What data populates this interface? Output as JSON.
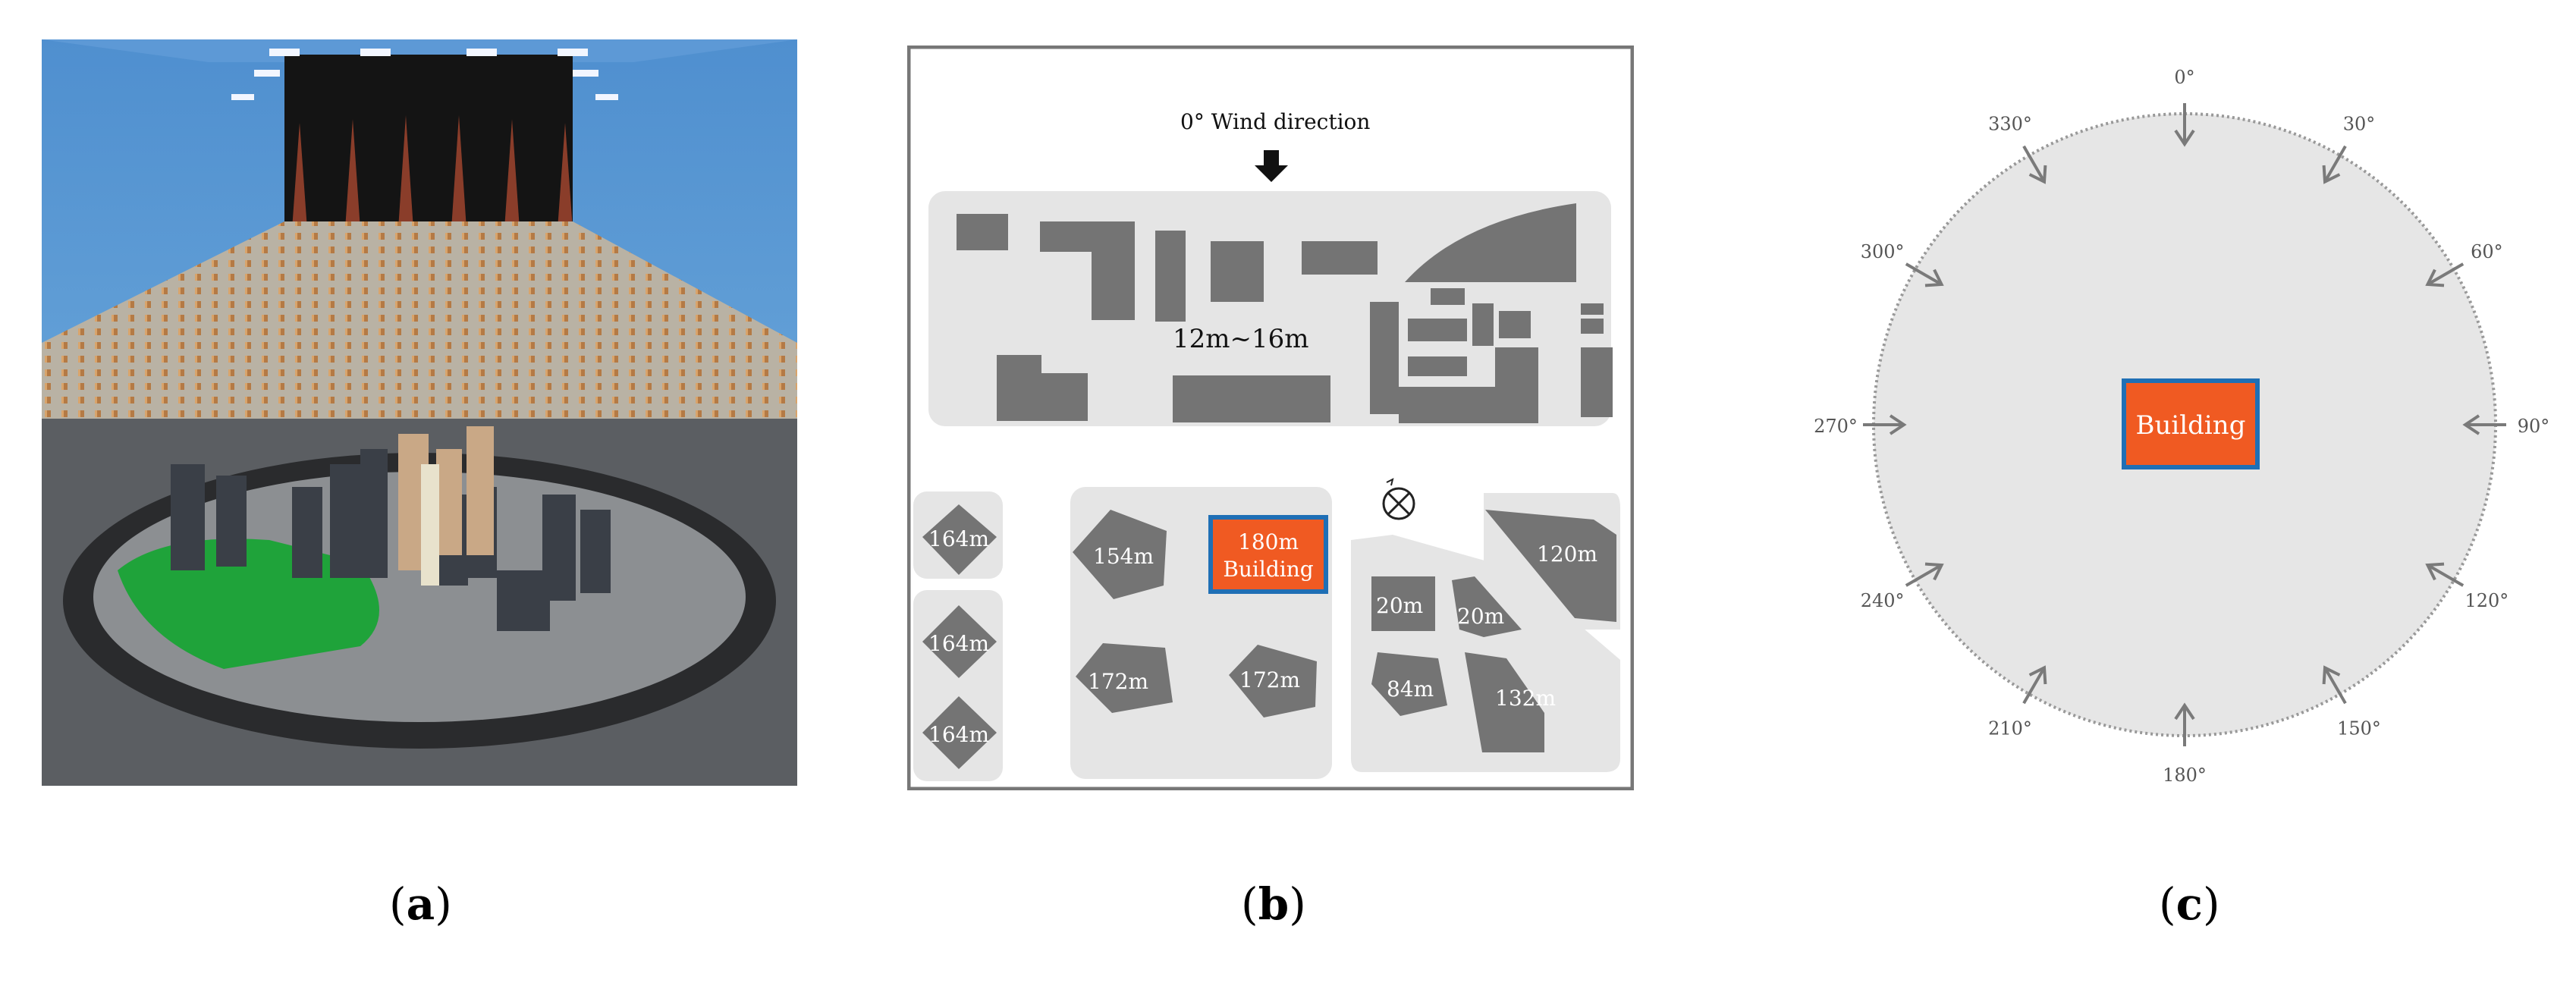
{
  "captions": {
    "a": "a",
    "b": "b",
    "c": "c"
  },
  "site_plan": {
    "wind_label": "0° Wind direction",
    "low_rise_label": "12m~16m",
    "building_height": "180m",
    "building_label": "Building",
    "heights": [
      "164m",
      "164m",
      "164m",
      "154m",
      "172m",
      "172m",
      "120m",
      "20m",
      "20m",
      "84m",
      "132m"
    ],
    "colors": {
      "block": "#737373",
      "ground": "#e5e5e5",
      "building_fill": "#f05a22",
      "building_border": "#1f6fb5"
    }
  },
  "wind_directions": {
    "building_label": "Building",
    "angles": [
      "0°",
      "30°",
      "60°",
      "90°",
      "120°",
      "150°",
      "180°",
      "210°",
      "240°",
      "270°",
      "300°",
      "330°"
    ]
  }
}
